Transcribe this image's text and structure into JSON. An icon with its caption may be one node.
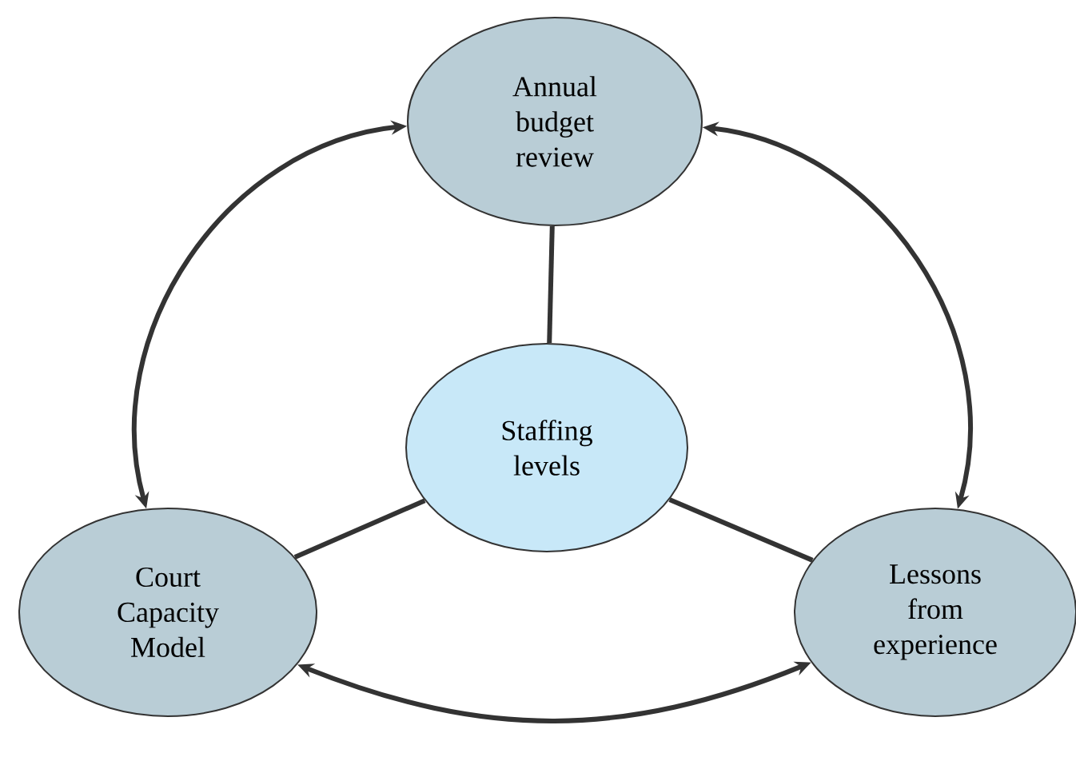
{
  "diagram": {
    "nodes": [
      {
        "text": [
          "Annual budget review"
        ]
      },
      {
        "text": [
          "Staffing levels"
        ]
      },
      {
        "text": [
          "Court Capacity Model"
        ]
      },
      {
        "text": [
          "Lessons from experience"
        ]
      }
    ],
    "edges": [
      {
        "from": 0,
        "to": 1,
        "arrow": "none"
      },
      {
        "from": 1,
        "to": 2,
        "arrow": "none"
      },
      {
        "from": 1,
        "to": 3,
        "arrow": "none"
      },
      {
        "from": 0,
        "to": 2,
        "arrow": "both"
      },
      {
        "from": 0,
        "to": 3,
        "arrow": "both"
      },
      {
        "from": 2,
        "to": 3,
        "arrow": "both"
      }
    ]
  }
}
